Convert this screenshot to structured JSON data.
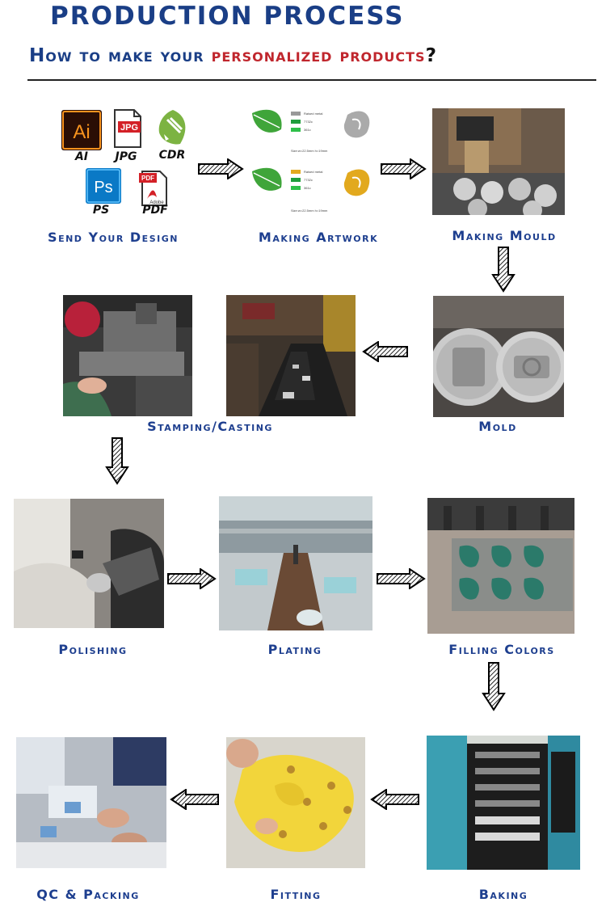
{
  "header": {
    "title": "PRODUCTION PROCESS",
    "subtitle_part1": "How  to make your",
    "subtitle_part2": "personalized products",
    "subtitle_part3": "?"
  },
  "file_formats": [
    {
      "label": "AI",
      "icon": "illustrator-icon",
      "text": "Ai"
    },
    {
      "label": "JPG",
      "icon": "jpg-file-icon",
      "text": "JPG"
    },
    {
      "label": "CDR",
      "icon": "coreldraw-icon"
    },
    {
      "label": "PS",
      "icon": "photoshop-icon",
      "text": "Ps"
    },
    {
      "label": "PDF",
      "icon": "pdf-file-icon",
      "text": "PDF",
      "subtext": "Adobe"
    }
  ],
  "artwork": {
    "legend_1": "Raised metal",
    "legend_2": "7732c",
    "legend_3": "361c",
    "size_1": "Size:w=22.5mm h=19mm",
    "size_2": "Size:w=22.5mm h=19mm"
  },
  "steps": [
    {
      "label": "Send Your Design"
    },
    {
      "label": "Making Artwork"
    },
    {
      "label": "Making Mould"
    },
    {
      "label": "Stamping/Casting"
    },
    {
      "label": "Mold"
    },
    {
      "label": "Polishing"
    },
    {
      "label": "Plating"
    },
    {
      "label": "Filling Colors"
    },
    {
      "label": "QC & Packing"
    },
    {
      "label": "Fitting"
    },
    {
      "label": "Baking"
    }
  ],
  "colors": {
    "title_blue": "#1a3e86",
    "accent_red": "#c0262d",
    "label_blue": "#1e3f8f",
    "leaf_green": "#3fa53a",
    "leaf_gold": "#e2a91e"
  }
}
